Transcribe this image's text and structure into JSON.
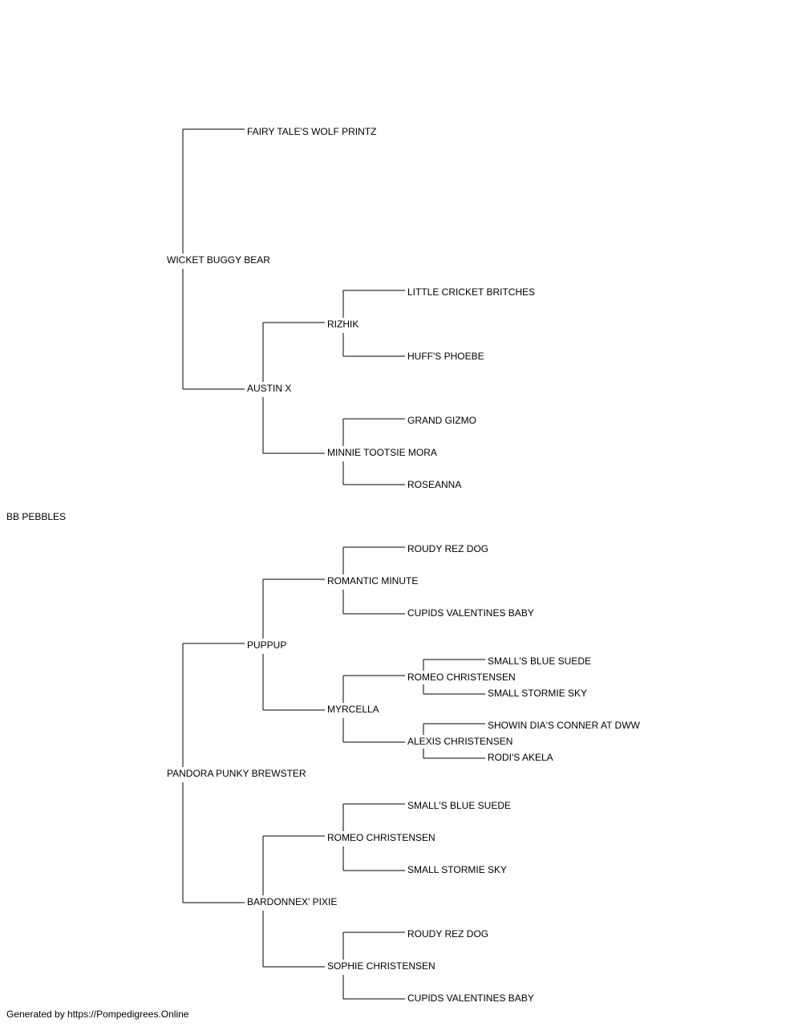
{
  "pedigree": {
    "subject": "BB PEBBLES",
    "sire": {
      "name": "WICKET BUGGY BEAR",
      "sire": {
        "name": "FAIRY TALE'S WOLF PRINTZ"
      },
      "dam": {
        "name": "AUSTIN X",
        "sire": {
          "name": "RIZHIK",
          "sire": {
            "name": "LITTLE CRICKET BRITCHES"
          },
          "dam": {
            "name": "HUFF'S PHOEBE"
          }
        },
        "dam": {
          "name": "MINNIE TOOTSIE MORA",
          "sire": {
            "name": "GRAND GIZMO"
          },
          "dam": {
            "name": "ROSEANNA"
          }
        }
      }
    },
    "dam": {
      "name": "PANDORA PUNKY BREWSTER",
      "sire": {
        "name": "PUPPUP",
        "sire": {
          "name": "ROMANTIC MINUTE",
          "sire": {
            "name": "ROUDY REZ DOG"
          },
          "dam": {
            "name": "CUPIDS VALENTINES BABY"
          }
        },
        "dam": {
          "name": "MYRCELLA",
          "sire": {
            "name": "ROMEO CHRISTENSEN",
            "sire": {
              "name": "SMALL'S BLUE SUEDE"
            },
            "dam": {
              "name": "SMALL STORMIE SKY"
            }
          },
          "dam": {
            "name": "ALEXIS CHRISTENSEN",
            "sire": {
              "name": "SHOWIN DIA'S CONNER AT DWW"
            },
            "dam": {
              "name": "RODI'S AKELA"
            }
          }
        }
      },
      "dam": {
        "name": "BARDONNEX' PIXIE",
        "sire": {
          "name": "ROMEO CHRISTENSEN",
          "sire": {
            "name": "SMALL'S BLUE SUEDE"
          },
          "dam": {
            "name": "SMALL STORMIE SKY"
          }
        },
        "dam": {
          "name": "SOPHIE CHRISTENSEN",
          "sire": {
            "name": "ROUDY REZ DOG"
          },
          "dam": {
            "name": "CUPIDS VALENTINES BABY"
          }
        }
      }
    }
  },
  "footer": "Generated by https://Pompedigrees.Online"
}
